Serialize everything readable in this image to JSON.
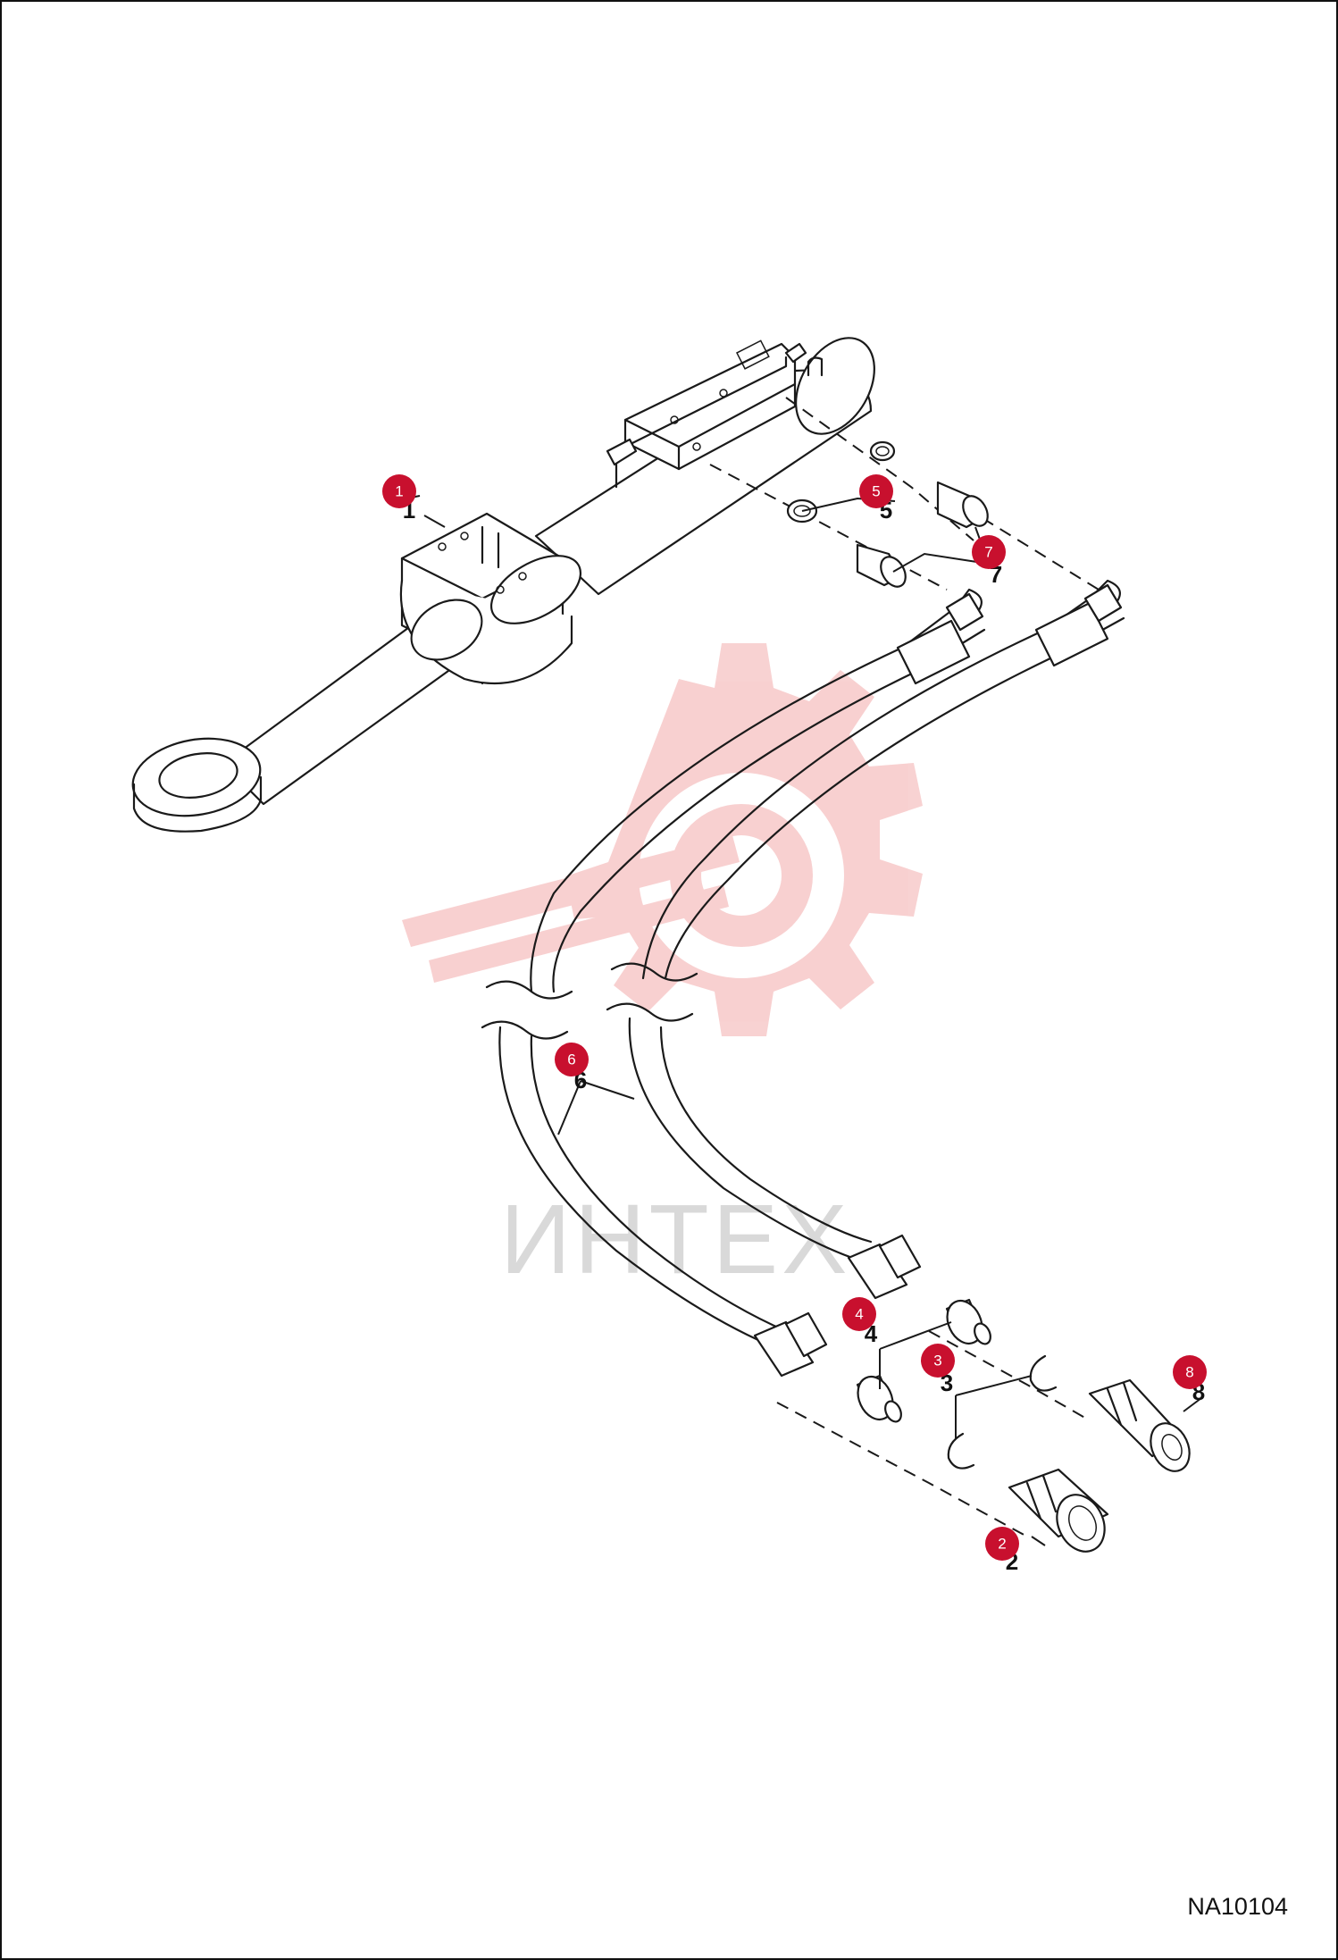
{
  "watermark": {
    "text": "ИНТЕХ",
    "color": "#f3b3b3"
  },
  "reference_code": "NA10104",
  "callouts": [
    {
      "label": "1",
      "part": "1"
    },
    {
      "label": "5",
      "part": "5"
    },
    {
      "label": "7",
      "part": "7"
    },
    {
      "label": "6",
      "part": "6"
    },
    {
      "label": "4",
      "part": "4"
    },
    {
      "label": "3",
      "part": "3"
    },
    {
      "label": "8",
      "part": "8"
    },
    {
      "label": "2",
      "part": "2"
    }
  ],
  "badge_color": "#c8102e"
}
